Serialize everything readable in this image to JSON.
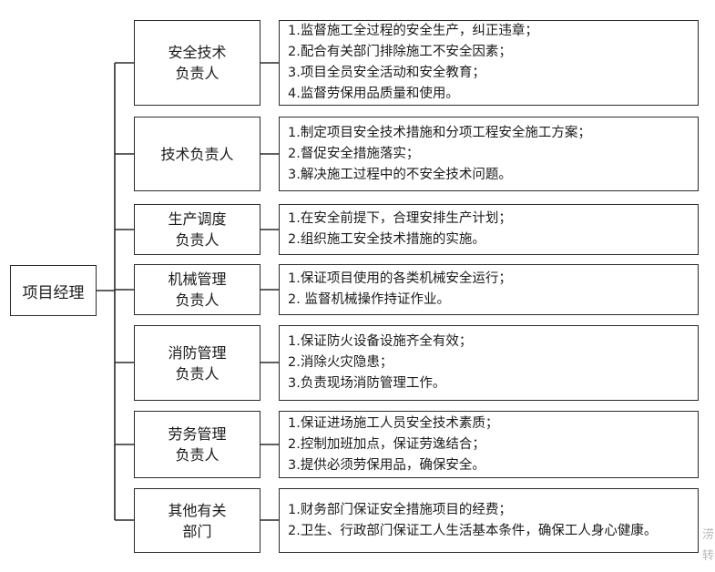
{
  "root": {
    "label": "项目经理"
  },
  "branches": [
    {
      "role": "安全技术\n负责人",
      "duties": [
        "1.监督施工全过程的安全生产，纠正违章；",
        "2.配合有关部门排除施工不安全因素；",
        "3.项目全员安全活动和安全教育；",
        "4.监督劳保用品质量和使用。"
      ]
    },
    {
      "role": "技术负责人",
      "duties": [
        "1.制定项目安全技术措施和分项工程安全施工方案；",
        "2.督促安全措施落实；",
        "3.解决施工过程中的不安全技术问题。"
      ]
    },
    {
      "role": "生产调度\n负责人",
      "duties": [
        "1.在安全前提下，合理安排生产计划；",
        "2.组织施工安全技术措施的实施。"
      ]
    },
    {
      "role": "机械管理\n负责人",
      "duties": [
        "1.保证项目使用的各类机械安全运行；",
        "2. 监督机械操作持证作业。"
      ]
    },
    {
      "role": "消防管理\n负责人",
      "duties": [
        "1.保证防火设备设施齐全有效；",
        "2.消除火灾隐患；",
        "3.负责现场消防管理工作。"
      ]
    },
    {
      "role": "劳务管理\n负责人",
      "duties": [
        "1.保证进场施工人员安全技术素质；",
        "2.控制加班加点，保证劳逸结合；",
        "3.提供必须劳保用品，确保安全。"
      ]
    },
    {
      "role": "其他有关\n部门",
      "duties": [
        "1.财务部门保证安全措施项目的经费；",
        "2.卫生、行政部门保证工人生活基本条件，确保工人身心健康。"
      ]
    }
  ],
  "watermark": [
    "涝",
    "转"
  ]
}
